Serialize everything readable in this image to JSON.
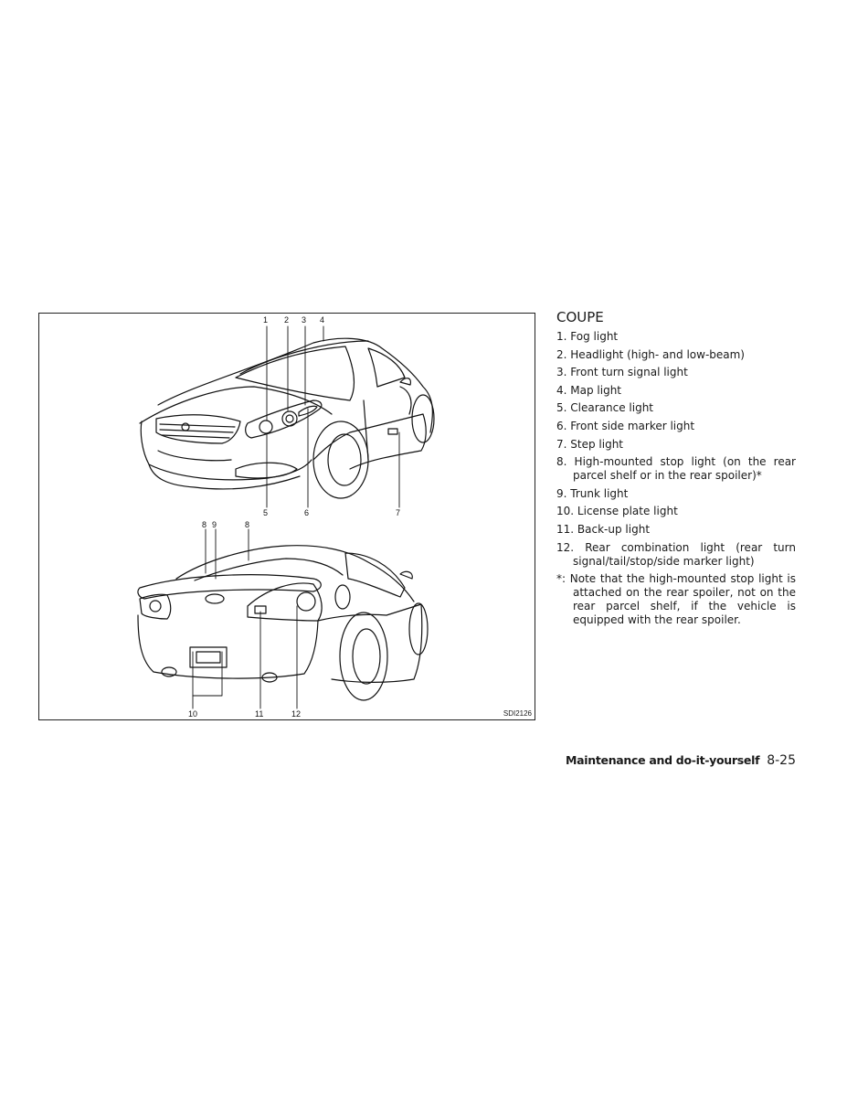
{
  "figure": {
    "code": "SDI2126",
    "front_callouts": [
      "1",
      "2",
      "3",
      "4",
      "5",
      "6",
      "7"
    ],
    "rear_callouts": [
      "8",
      "9",
      "8",
      "10",
      "11",
      "12"
    ]
  },
  "section": {
    "heading": "COUPE",
    "items": [
      {
        "num": "1.",
        "text": "Fog light"
      },
      {
        "num": "2.",
        "text": "Headlight (high- and low-beam)"
      },
      {
        "num": "3.",
        "text": "Front turn signal light"
      },
      {
        "num": "4.",
        "text": "Map light"
      },
      {
        "num": "5.",
        "text": "Clearance light"
      },
      {
        "num": "6.",
        "text": "Front side marker light"
      },
      {
        "num": "7.",
        "text": "Step light"
      },
      {
        "num": "8.",
        "text": "High-mounted stop light (on the rear parcel shelf or in the rear spoiler)*"
      },
      {
        "num": "9.",
        "text": "Trunk light"
      },
      {
        "num": "10.",
        "text": "License plate light"
      },
      {
        "num": "11.",
        "text": "Back-up light"
      },
      {
        "num": "12.",
        "text": "Rear combination light (rear turn signal/tail/stop/side marker light)"
      },
      {
        "num": "*:",
        "text": "Note that the high-mounted stop light is attached on the rear spoiler, not on the rear parcel shelf, if the vehicle is equipped with the rear spoiler."
      }
    ]
  },
  "footer": {
    "section_title": "Maintenance and do-it-yourself",
    "page_number": "8-25"
  }
}
